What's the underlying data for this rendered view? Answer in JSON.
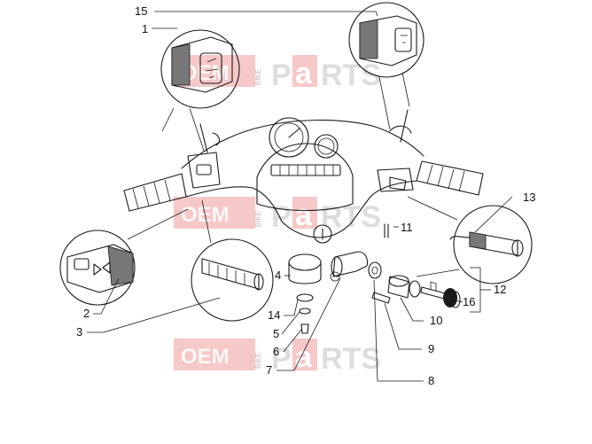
{
  "watermark": {
    "left": "OEM",
    "small": "BIKE",
    "right_1": "P",
    "right_a": "a",
    "right_2": "RTS"
  },
  "callouts": {
    "c1": "1",
    "c2": "2",
    "c3": "3",
    "c4": "4",
    "c5": "5",
    "c6": "6",
    "c7": "7",
    "c8": "8",
    "c9": "9",
    "c10": "10",
    "c11": "11",
    "c12": "12",
    "c13": "13",
    "c14": "14",
    "c15": "15",
    "c16": "16"
  }
}
